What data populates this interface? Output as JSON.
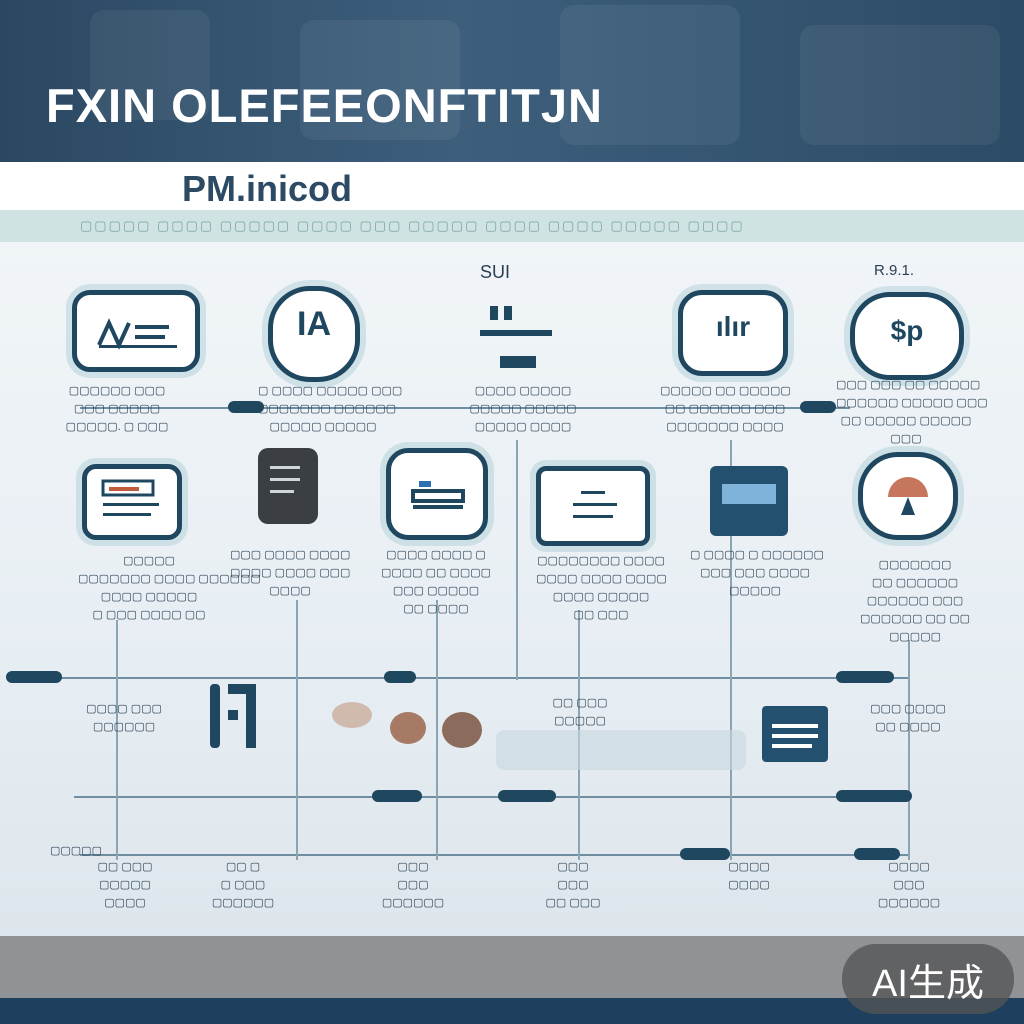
{
  "header": {
    "title": "FXIN OLEFEEONFTITJN",
    "subtitle": "PM.inicod",
    "strip_text": "▢▢▢▢▢ ▢▢▢▢ ▢▢▢▢▢ ▢▢▢▢ ▢▢▢ ▢▢▢▢▢ ▢▢▢▢ ▢▢▢▢ ▢▢▢▢▢ ▢▢▢▢"
  },
  "top_labels": {
    "center": "SUI",
    "right": "R.9.1."
  },
  "icons": {
    "i1": "",
    "i2": "IA",
    "i3": "",
    "i4": "ılır",
    "i5": "$p"
  },
  "captions": {
    "row1": [
      [
        "▢▢▢▢▢▢ ▢▢▢",
        "▢▢▢ ▢▢▢▢▢",
        "▢▢▢▢▢. ▢ ▢▢▢"
      ],
      [
        "▢ ▢▢▢▢ ▢▢▢▢▢ ▢▢▢",
        "▢▢▢▢▢▢▢ ▢▢▢▢▢▢",
        "▢▢▢▢▢ ▢▢▢▢▢"
      ],
      [
        "▢▢▢▢ ▢▢▢▢▢",
        "▢▢▢▢▢ ▢▢▢▢▢",
        "▢▢▢▢▢ ▢▢▢▢"
      ],
      [
        "▢▢▢▢▢ ▢▢ ▢▢▢▢▢",
        "▢▢ ▢▢▢▢▢▢ ▢▢▢",
        "▢▢▢▢▢▢▢ ▢▢▢▢"
      ],
      [
        "▢▢▢ ▢▢▢ ▢▢ ▢▢▢▢▢",
        "▢▢▢▢▢▢ ▢▢▢▢▢ ▢▢▢",
        "▢▢ ▢▢▢▢▢ ▢▢▢▢▢",
        "▢▢▢"
      ]
    ],
    "row2": [
      [
        "▢▢▢▢▢",
        "▢▢▢▢▢▢▢ ▢▢▢▢ ▢▢▢▢▢▢",
        "▢▢▢▢ ▢▢▢▢▢",
        "▢ ▢▢▢ ▢▢▢▢ ▢▢"
      ],
      [
        "▢▢▢ ▢▢▢▢ ▢▢▢▢",
        "▢▢▢▢ ▢▢▢▢ ▢▢▢",
        "▢▢▢▢"
      ],
      [
        "▢▢▢▢ ▢▢▢▢ ▢",
        "▢▢▢▢ ▢▢ ▢▢▢▢",
        "▢▢▢ ▢▢▢▢▢",
        "▢▢ ▢▢▢▢"
      ],
      [
        "▢▢▢▢▢▢▢▢ ▢▢▢▢",
        "▢▢▢▢ ▢▢▢▢ ▢▢▢▢",
        "▢▢▢▢ ▢▢▢▢▢",
        "▢▢ ▢▢▢"
      ],
      [
        "▢ ▢▢▢▢ ▢ ▢▢▢▢▢▢",
        "▢▢▢ ▢▢▢ ▢▢▢▢",
        "▢▢▢▢▢"
      ],
      [
        "▢▢▢▢▢▢▢",
        "▢▢ ▢▢▢▢▢▢",
        "▢▢▢▢▢▢ ▢▢▢",
        "▢▢▢▢▢▢ ▢▢ ▢▢",
        "▢▢▢▢▢"
      ]
    ],
    "row3": [
      [
        "▢▢▢▢ ▢▢▢",
        "▢▢▢▢▢▢"
      ],
      [
        "▢▢ ▢▢▢",
        "▢▢▢▢▢"
      ],
      [
        "▢▢▢ ▢▢▢▢",
        "▢▢ ▢▢▢▢"
      ]
    ],
    "bottom": [
      [
        "▢▢ ▢▢▢",
        "▢▢▢▢▢",
        "▢▢▢▢"
      ],
      [
        "▢▢ ▢",
        "▢ ▢▢▢",
        "▢▢▢▢▢▢"
      ],
      [
        "▢▢▢",
        "▢▢▢",
        "▢▢▢▢▢▢"
      ],
      [
        "▢▢▢",
        "▢▢▢",
        "▢▢ ▢▢▢"
      ],
      [
        "▢▢▢▢",
        "▢▢▢▢"
      ],
      [
        "▢▢▢▢",
        "▢▢▢",
        "▢▢▢▢▢▢"
      ]
    ],
    "bottom_left": "▢▢▢▢▢"
  },
  "watermark": "AI生成",
  "colors": {
    "navy": "#1f4760",
    "banner": "#2b4862",
    "mint": "#cfe3e2"
  }
}
